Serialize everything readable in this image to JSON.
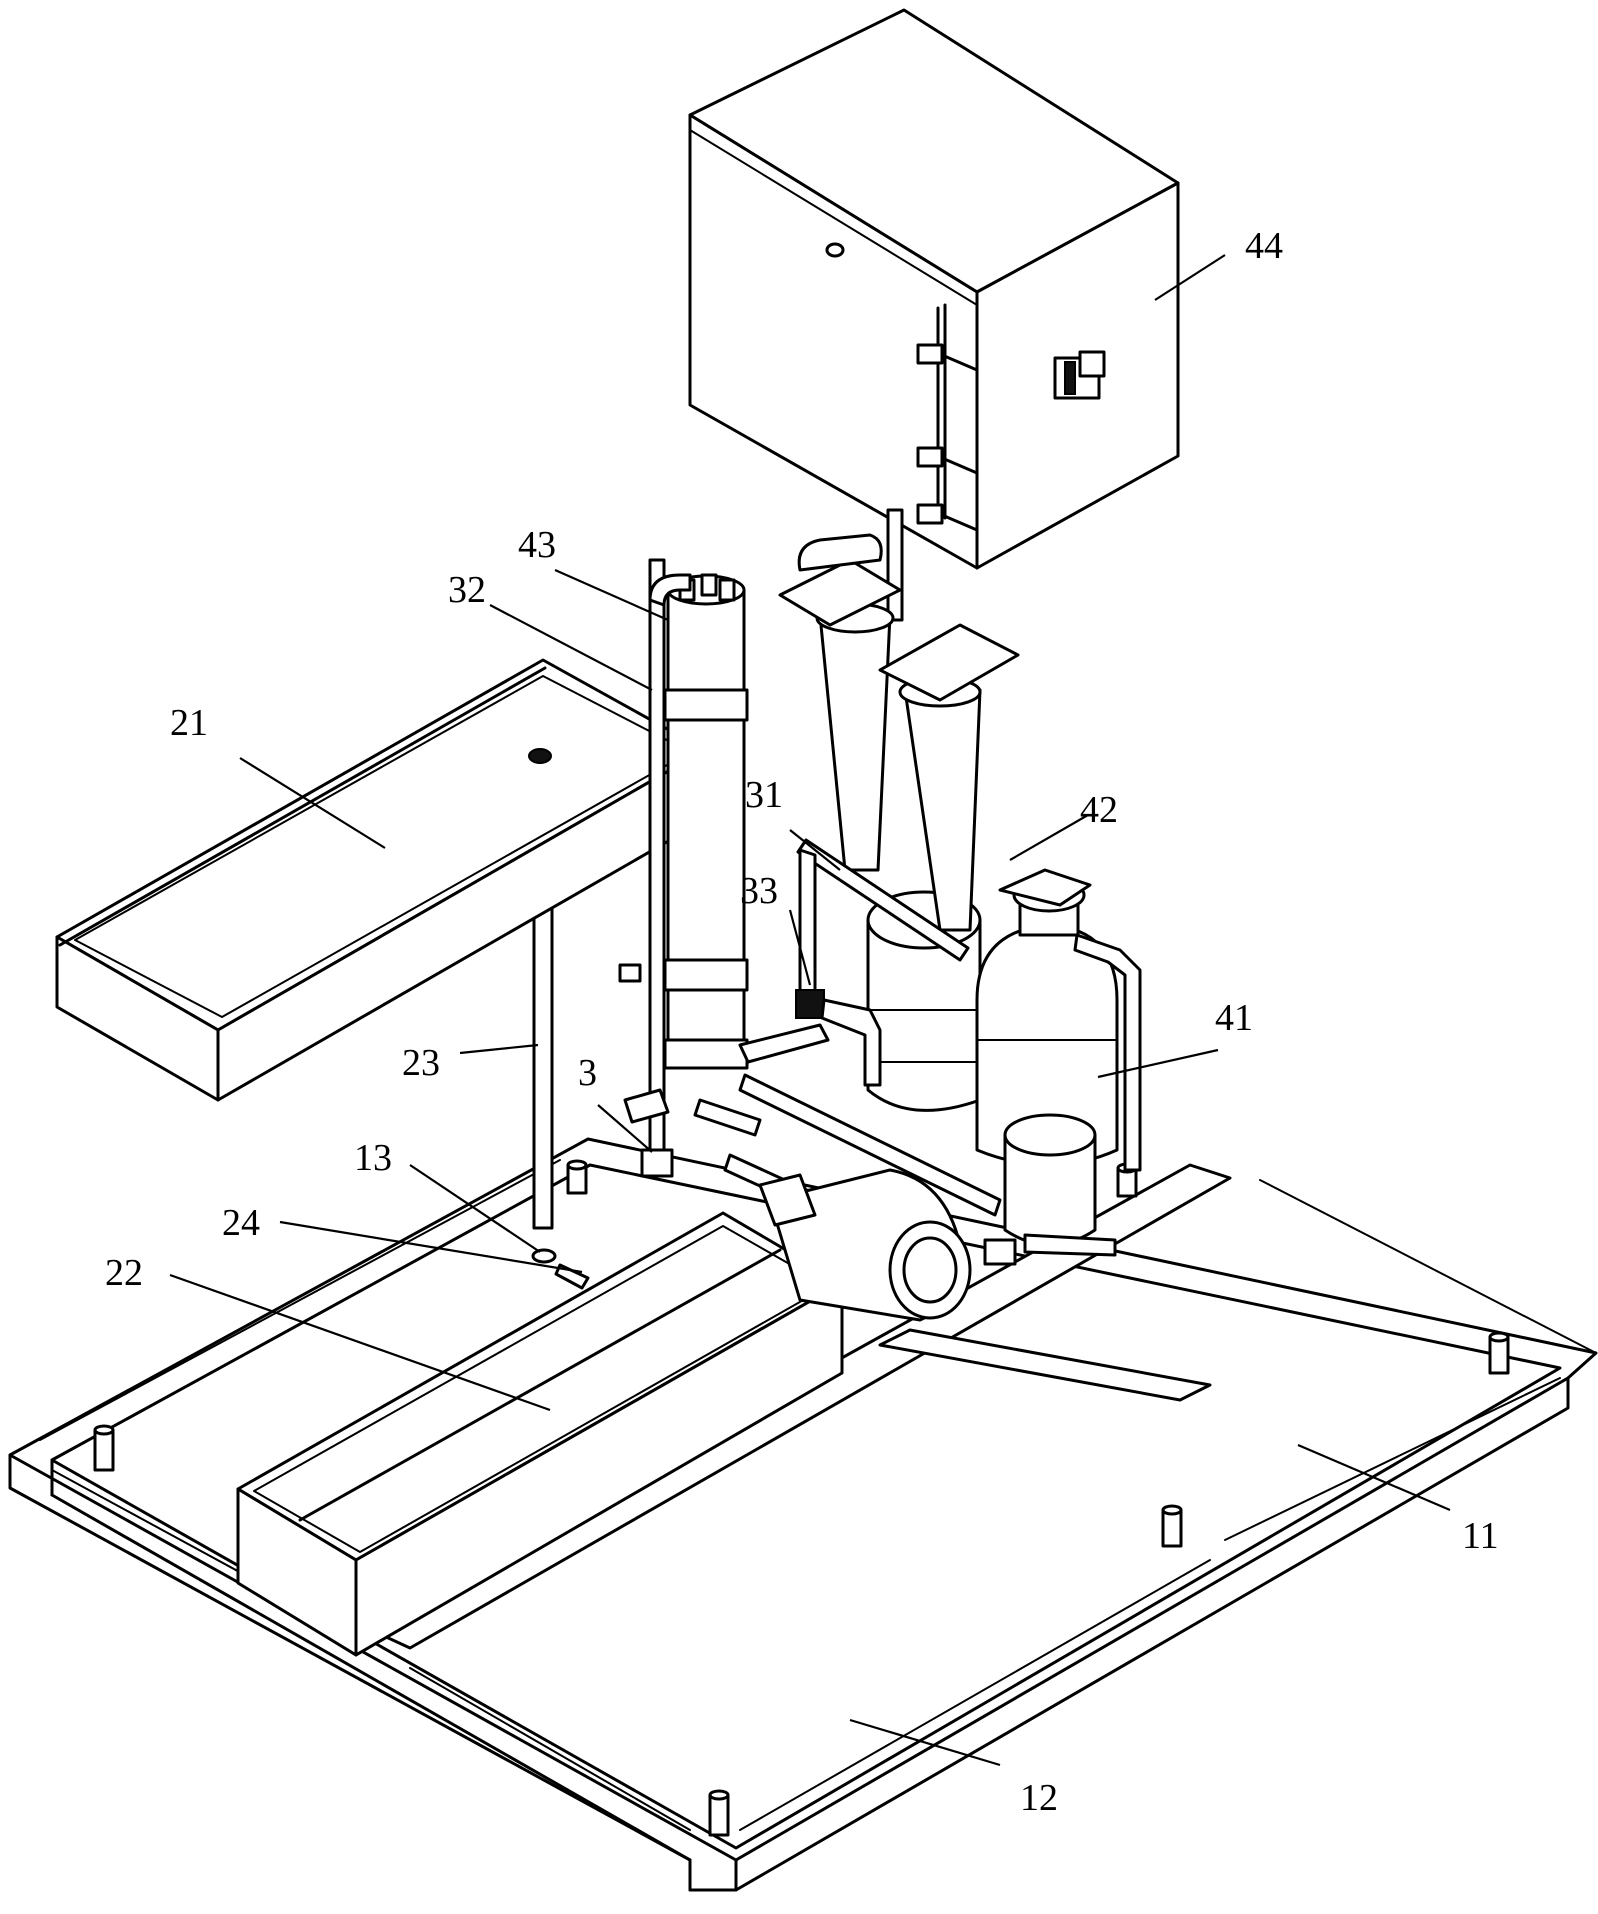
{
  "labels": {
    "frame_rear": "11",
    "frame_front": "12",
    "outlet_13": "13",
    "upper_tray": "21",
    "lower_tray": "22",
    "support_rod": "23",
    "drain_24": "24",
    "pipe_3": "3",
    "pipe_31": "31",
    "pipe_32": "32",
    "pump_33": "33",
    "tank_41": "41",
    "tank_42": "42",
    "filter_43": "43",
    "control_box": "44"
  }
}
